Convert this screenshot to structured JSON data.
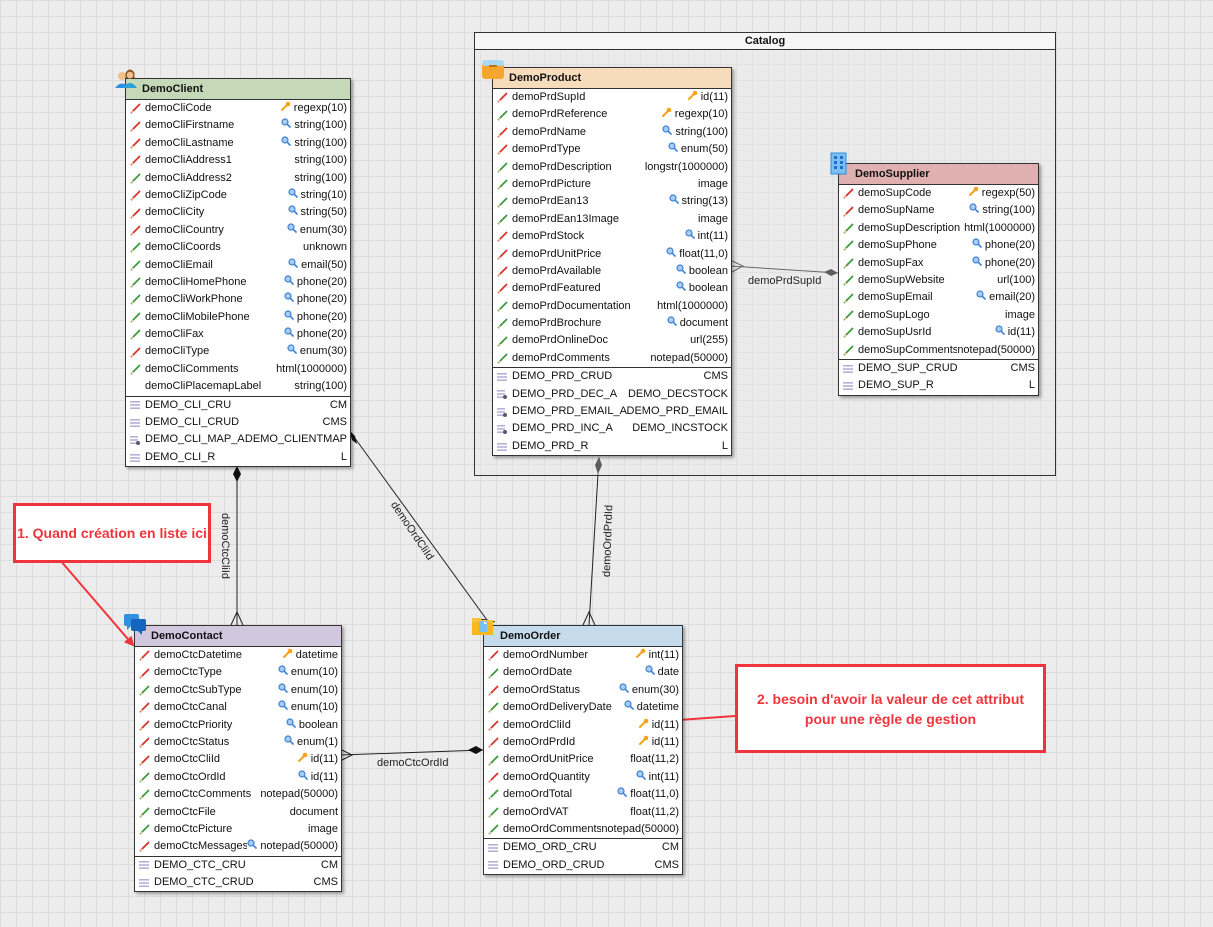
{
  "container": {
    "title": "Catalog"
  },
  "colors": {
    "client_header": "#c5d9b9",
    "product_header": "#f7dcbc",
    "supplier_header": "#e0b0b0",
    "contact_header": "#d1c8e0",
    "order_header": "#c6dced",
    "note_border": "#f0343c",
    "pencil_red": "#d9332b",
    "pencil_green": "#3c9a3c"
  },
  "entities": {
    "client": {
      "title": "DemoClient",
      "icon": "users-icon",
      "fields": [
        {
          "name": "demoCliCode",
          "type": "regexp(10)",
          "key": "key",
          "mandatory": true
        },
        {
          "name": "demoCliFirstname",
          "type": "string(100)",
          "key": "search",
          "mandatory": true
        },
        {
          "name": "demoCliLastname",
          "type": "string(100)",
          "key": "search",
          "mandatory": true
        },
        {
          "name": "demoCliAddress1",
          "type": "string(100)",
          "key": "",
          "mandatory": true
        },
        {
          "name": "demoCliAddress2",
          "type": "string(100)",
          "key": "",
          "mandatory": false
        },
        {
          "name": "demoCliZipCode",
          "type": "string(10)",
          "key": "search",
          "mandatory": true
        },
        {
          "name": "demoCliCity",
          "type": "string(50)",
          "key": "search",
          "mandatory": true
        },
        {
          "name": "demoCliCountry",
          "type": "enum(30)",
          "key": "search",
          "mandatory": true
        },
        {
          "name": "demoCliCoords",
          "type": "unknown",
          "key": "",
          "mandatory": false
        },
        {
          "name": "demoCliEmail",
          "type": "email(50)",
          "key": "search",
          "mandatory": false
        },
        {
          "name": "demoCliHomePhone",
          "type": "phone(20)",
          "key": "search",
          "mandatory": false
        },
        {
          "name": "demoCliWorkPhone",
          "type": "phone(20)",
          "key": "search",
          "mandatory": false
        },
        {
          "name": "demoCliMobilePhone",
          "type": "phone(20)",
          "key": "search",
          "mandatory": false
        },
        {
          "name": "demoCliFax",
          "type": "phone(20)",
          "key": "search",
          "mandatory": false
        },
        {
          "name": "demoCliType",
          "type": "enum(30)",
          "key": "search",
          "mandatory": true
        },
        {
          "name": "demoCliComments",
          "type": "html(1000000)",
          "key": "",
          "mandatory": false
        },
        {
          "name": "demoCliPlacemapLabel",
          "type": "string(100)",
          "key": "",
          "mandatory": null
        }
      ],
      "views": [
        {
          "name": "DEMO_CLI_CRU",
          "value": "CM",
          "kind": "list"
        },
        {
          "name": "DEMO_CLI_CRUD",
          "value": "CMS",
          "kind": "list"
        },
        {
          "name": "DEMO_CLI_MAP_A",
          "value": "DEMO_CLIENTMAP",
          "kind": "action"
        },
        {
          "name": "DEMO_CLI_R",
          "value": "L",
          "kind": "list"
        }
      ]
    },
    "product": {
      "title": "DemoProduct",
      "icon": "box-icon",
      "fields": [
        {
          "name": "demoPrdSupId",
          "type": "id(11)",
          "key": "key",
          "mandatory": true
        },
        {
          "name": "demoPrdReference",
          "type": "regexp(10)",
          "key": "key",
          "mandatory": false
        },
        {
          "name": "demoPrdName",
          "type": "string(100)",
          "key": "search",
          "mandatory": true
        },
        {
          "name": "demoPrdType",
          "type": "enum(50)",
          "key": "search",
          "mandatory": true
        },
        {
          "name": "demoPrdDescription",
          "type": "longstr(1000000)",
          "key": "",
          "mandatory": false
        },
        {
          "name": "demoPrdPicture",
          "type": "image",
          "key": "",
          "mandatory": false
        },
        {
          "name": "demoPrdEan13",
          "type": "string(13)",
          "key": "search",
          "mandatory": false
        },
        {
          "name": "demoPrdEan13Image",
          "type": "image",
          "key": "",
          "mandatory": false
        },
        {
          "name": "demoPrdStock",
          "type": "int(11)",
          "key": "search",
          "mandatory": true
        },
        {
          "name": "demoPrdUnitPrice",
          "type": "float(11,0)",
          "key": "search",
          "mandatory": true
        },
        {
          "name": "demoPrdAvailable",
          "type": "boolean",
          "key": "search",
          "mandatory": true
        },
        {
          "name": "demoPrdFeatured",
          "type": "boolean",
          "key": "search",
          "mandatory": true
        },
        {
          "name": "demoPrdDocumentation",
          "type": "html(1000000)",
          "key": "",
          "mandatory": false
        },
        {
          "name": "demoPrdBrochure",
          "type": "document",
          "key": "search",
          "mandatory": false
        },
        {
          "name": "demoPrdOnlineDoc",
          "type": "url(255)",
          "key": "",
          "mandatory": false
        },
        {
          "name": "demoPrdComments",
          "type": "notepad(50000)",
          "key": "",
          "mandatory": false
        }
      ],
      "views": [
        {
          "name": "DEMO_PRD_CRUD",
          "value": "CMS",
          "kind": "list"
        },
        {
          "name": "DEMO_PRD_DEC_A",
          "value": "DEMO_DECSTOCK",
          "kind": "action"
        },
        {
          "name": "DEMO_PRD_EMAIL_A",
          "value": "DEMO_PRD_EMAIL",
          "kind": "action"
        },
        {
          "name": "DEMO_PRD_INC_A",
          "value": "DEMO_INCSTOCK",
          "kind": "action"
        },
        {
          "name": "DEMO_PRD_R",
          "value": "L",
          "kind": "list"
        }
      ]
    },
    "supplier": {
      "title": "DemoSupplier",
      "icon": "building-icon",
      "fields": [
        {
          "name": "demoSupCode",
          "type": "regexp(50)",
          "key": "key",
          "mandatory": true
        },
        {
          "name": "demoSupName",
          "type": "string(100)",
          "key": "search",
          "mandatory": true
        },
        {
          "name": "demoSupDescription",
          "type": "html(1000000)",
          "key": "",
          "mandatory": false
        },
        {
          "name": "demoSupPhone",
          "type": "phone(20)",
          "key": "search",
          "mandatory": false
        },
        {
          "name": "demoSupFax",
          "type": "phone(20)",
          "key": "search",
          "mandatory": false
        },
        {
          "name": "demoSupWebsite",
          "type": "url(100)",
          "key": "",
          "mandatory": false
        },
        {
          "name": "demoSupEmail",
          "type": "email(20)",
          "key": "search",
          "mandatory": false
        },
        {
          "name": "demoSupLogo",
          "type": "image",
          "key": "",
          "mandatory": false
        },
        {
          "name": "demoSupUsrId",
          "type": "id(11)",
          "key": "search",
          "mandatory": false
        },
        {
          "name": "demoSupComments",
          "type": "notepad(50000)",
          "key": "",
          "mandatory": false
        }
      ],
      "views": [
        {
          "name": "DEMO_SUP_CRUD",
          "value": "CMS",
          "kind": "list"
        },
        {
          "name": "DEMO_SUP_R",
          "value": "L",
          "kind": "list"
        }
      ]
    },
    "contact": {
      "title": "DemoContact",
      "icon": "chat-icon",
      "fields": [
        {
          "name": "demoCtcDatetime",
          "type": "datetime",
          "key": "key",
          "mandatory": true
        },
        {
          "name": "demoCtcType",
          "type": "enum(10)",
          "key": "search",
          "mandatory": true
        },
        {
          "name": "demoCtcSubType",
          "type": "enum(10)",
          "key": "search",
          "mandatory": false
        },
        {
          "name": "demoCtcCanal",
          "type": "enum(10)",
          "key": "search",
          "mandatory": true
        },
        {
          "name": "demoCtcPriority",
          "type": "boolean",
          "key": "search",
          "mandatory": true
        },
        {
          "name": "demoCtcStatus",
          "type": "enum(1)",
          "key": "search",
          "mandatory": true
        },
        {
          "name": "demoCtcCliId",
          "type": "id(11)",
          "key": "key",
          "mandatory": true
        },
        {
          "name": "demoCtcOrdId",
          "type": "id(11)",
          "key": "search",
          "mandatory": false
        },
        {
          "name": "demoCtcComments",
          "type": "notepad(50000)",
          "key": "",
          "mandatory": false
        },
        {
          "name": "demoCtcFile",
          "type": "document",
          "key": "",
          "mandatory": false
        },
        {
          "name": "demoCtcPicture",
          "type": "image",
          "key": "",
          "mandatory": false
        },
        {
          "name": "demoCtcMessages",
          "type": "notepad(50000)",
          "key": "search",
          "mandatory": true
        }
      ],
      "views": [
        {
          "name": "DEMO_CTC_CRU",
          "value": "CM",
          "kind": "list"
        },
        {
          "name": "DEMO_CTC_CRUD",
          "value": "CMS",
          "kind": "list"
        }
      ]
    },
    "order": {
      "title": "DemoOrder",
      "icon": "folder-icon",
      "fields": [
        {
          "name": "demoOrdNumber",
          "type": "int(11)",
          "key": "key",
          "mandatory": true
        },
        {
          "name": "demoOrdDate",
          "type": "date",
          "key": "search",
          "mandatory": false
        },
        {
          "name": "demoOrdStatus",
          "type": "enum(30)",
          "key": "search",
          "mandatory": true
        },
        {
          "name": "demoOrdDeliveryDate",
          "type": "datetime",
          "key": "search",
          "mandatory": false
        },
        {
          "name": "demoOrdCliId",
          "type": "id(11)",
          "key": "key",
          "mandatory": true
        },
        {
          "name": "demoOrdPrdId",
          "type": "id(11)",
          "key": "key",
          "mandatory": true
        },
        {
          "name": "demoOrdUnitPrice",
          "type": "float(11,2)",
          "key": "",
          "mandatory": false
        },
        {
          "name": "demoOrdQuantity",
          "type": "int(11)",
          "key": "search",
          "mandatory": true
        },
        {
          "name": "demoOrdTotal",
          "type": "float(11,0)",
          "key": "search",
          "mandatory": false
        },
        {
          "name": "demoOrdVAT",
          "type": "float(11,2)",
          "key": "",
          "mandatory": false
        },
        {
          "name": "demoOrdComments",
          "type": "notepad(50000)",
          "key": "",
          "mandatory": false
        }
      ],
      "views": [
        {
          "name": "DEMO_ORD_CRU",
          "value": "CM",
          "kind": "list"
        },
        {
          "name": "DEMO_ORD_CRUD",
          "value": "CMS",
          "kind": "list"
        }
      ]
    }
  },
  "relations": [
    {
      "label": "demoPrdSupId",
      "from": "product",
      "to": "supplier"
    },
    {
      "label": "demoCtcCliId",
      "from": "contact",
      "to": "client"
    },
    {
      "label": "demoOrdCliId",
      "from": "order",
      "to": "client"
    },
    {
      "label": "demoOrdPrdId",
      "from": "order",
      "to": "product"
    },
    {
      "label": "demoCtcOrdId",
      "from": "contact",
      "to": "order"
    }
  ],
  "notes": [
    {
      "text": "1. Quand création en liste ici"
    },
    {
      "text": "2. besoin d'avoir la valeur de cet attribut pour une règle de gestion"
    }
  ]
}
